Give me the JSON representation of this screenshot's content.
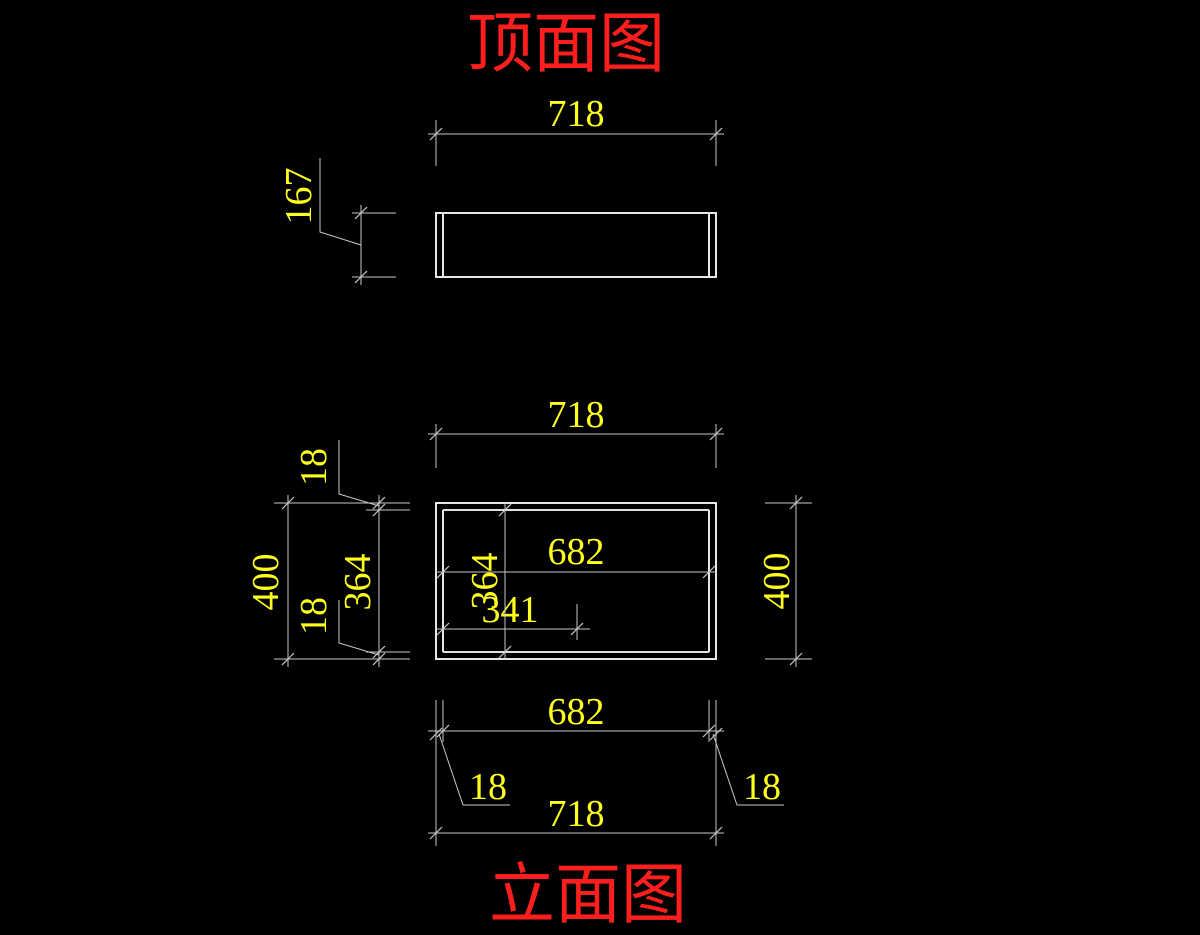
{
  "titles": {
    "top_view": "顶面图",
    "elevation": "立面图"
  },
  "top_view": {
    "width_dim": "718",
    "depth_dim": "167"
  },
  "elevation": {
    "overall_width_top": "718",
    "overall_width_bottom": "718",
    "inner_width_top": "682",
    "inner_width_bottom": "682",
    "left_panel_thickness": "18",
    "right_panel_thickness": "18",
    "top_panel_thickness": "18",
    "bottom_panel_thickness": "18",
    "overall_height_left": "400",
    "overall_height_right": "400",
    "inner_height_left": "364",
    "inner_height_center": "364",
    "half_width": "341"
  },
  "colors": {
    "background": "#000000",
    "title": "#ff1e1e",
    "dimension_text": "#ffff1e",
    "dimension_line": "#c8c8c8",
    "outline": "#ffffff"
  }
}
